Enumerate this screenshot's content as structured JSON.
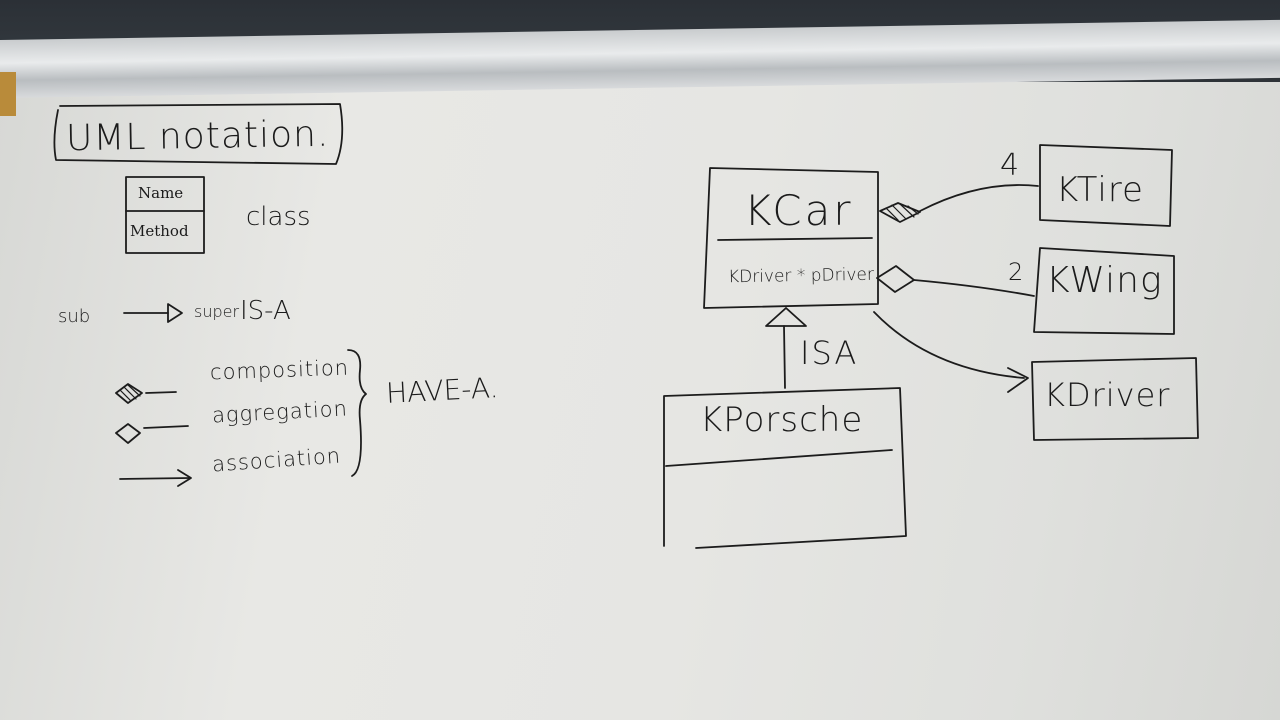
{
  "board": {
    "title": "UML notation.",
    "legend_class": {
      "name_cell": "Name",
      "method_cell": "Method",
      "caption": "class"
    },
    "inheritance_legend": {
      "sub": "sub",
      "super": "super",
      "label": "IS-A"
    },
    "relations": [
      {
        "label": "composition",
        "symbol": "filled-diamond"
      },
      {
        "label": "aggregation",
        "symbol": "hollow-diamond"
      },
      {
        "label": "association",
        "symbol": "arrow"
      }
    ],
    "group_label": "HAVE-A.",
    "diagram": {
      "kcar": {
        "name": "KCar",
        "member": "KDriver * pDriver"
      },
      "ktire": {
        "name": "KTire",
        "multiplicity": "4"
      },
      "kwing": {
        "name": "KWing",
        "multiplicity": "2"
      },
      "kdriver": {
        "name": "KDriver"
      },
      "kporsche": {
        "name": "KPorsche"
      },
      "isa_label": "ISA"
    }
  }
}
